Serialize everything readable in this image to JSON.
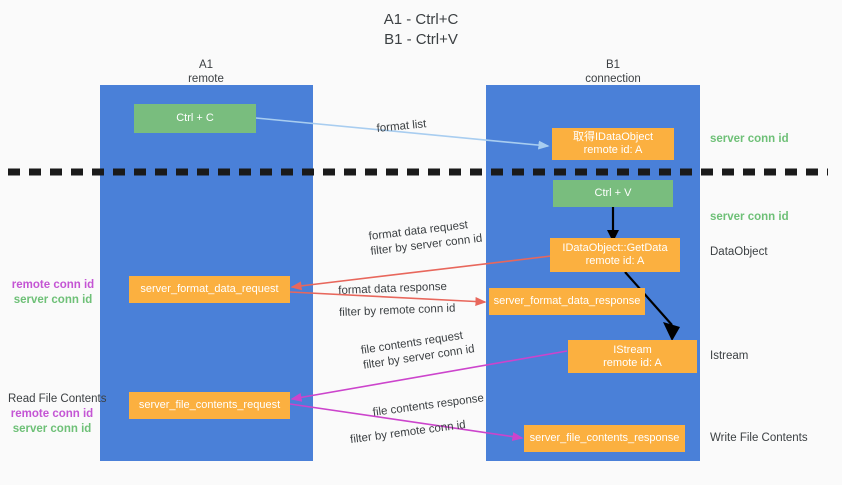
{
  "title": {
    "line1": "A1 - Ctrl+C",
    "line2": "B1 - Ctrl+V"
  },
  "columns": [
    {
      "id": "a1",
      "name": "A1",
      "role": "remote"
    },
    {
      "id": "b1",
      "name": "B1",
      "role": "connection"
    }
  ],
  "nodes": {
    "ctrl_c": {
      "label": "Ctrl + C"
    },
    "ctrl_v": {
      "label": "Ctrl + V"
    },
    "get_idataobject": {
      "line1": "取得IDataObject",
      "line2": "remote id: A"
    },
    "getdata": {
      "line1": "IDataObject::GetData",
      "line2": "remote id: A"
    },
    "istream": {
      "line1": "IStream",
      "line2": "remote id: A"
    },
    "format_data_request": {
      "label": "server_format_data_request"
    },
    "format_data_response": {
      "label": "server_format_data_response"
    },
    "file_contents_request": {
      "label": "server_file_contents_request"
    },
    "file_contents_response": {
      "label": "server_file_contents_response"
    }
  },
  "edges": {
    "format_list": {
      "label": "format list"
    },
    "format_data_request": {
      "line1": "format data request",
      "filter_prefix": "filter by ",
      "filter_value": "server conn id"
    },
    "format_data_response": {
      "line1": "format data response",
      "filter_prefix": "filter by ",
      "filter_value": "remote conn id"
    },
    "file_contents_request": {
      "line1": "file contents request",
      "filter_prefix": "filter by ",
      "filter_value": "server conn id"
    },
    "file_contents_response": {
      "line1": "file contents response",
      "filter_prefix": "filter by ",
      "filter_value": "remote conn id"
    }
  },
  "right_labels": [
    {
      "id": "server-conn-id-top",
      "text": "server conn id",
      "style": "green"
    },
    {
      "id": "server-conn-id-mid",
      "text": "server conn id",
      "style": "green"
    },
    {
      "id": "dataobject",
      "text": "DataObject",
      "style": "plain"
    },
    {
      "id": "istream",
      "text": "Istream",
      "style": "plain"
    },
    {
      "id": "write-file-contents",
      "text": "Write File Contents",
      "style": "plain"
    }
  ],
  "left_labels": {
    "group_a": {
      "remote": "remote conn id",
      "server": "server conn id"
    },
    "group_b": {
      "heading": "Read File Contents",
      "remote": "remote conn id",
      "server": "server conn id"
    }
  },
  "colors": {
    "lane": "#4a80d8",
    "node_green": "#79bd7e",
    "node_orange": "#fbb040",
    "accent_green": "#6ec077",
    "accent_purple": "#c455d4",
    "arrow_blue": "#a8cdf0",
    "arrow_red": "#e8675c",
    "arrow_magenta": "#cc44cc",
    "arrow_black": "#000000",
    "background": "#fafafa"
  }
}
